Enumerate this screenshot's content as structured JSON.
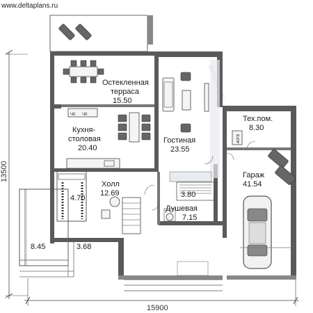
{
  "site": "www.deltaplans.ru",
  "watermark": "deltaplans.ru",
  "dimensions": {
    "width": "15900",
    "depth": "13500"
  },
  "rooms": {
    "terrace": {
      "line1": "Остекленная",
      "line2": "терраса",
      "area": "15.50"
    },
    "kitchen": {
      "line1": "Кухня-",
      "line2": "столовая",
      "area": "20.40"
    },
    "living": {
      "name": "Гостиная",
      "area": "23.55"
    },
    "tech": {
      "name": "Тех.пом.",
      "area": "8.30"
    },
    "garage": {
      "name": "Гараж",
      "area": "41.54"
    },
    "hall": {
      "name": "Холл",
      "area": "12.69"
    },
    "shower": {
      "name": "Душевая",
      "area": "7.15"
    },
    "sauna": {
      "area": "3.80"
    },
    "storage": {
      "area": "4.70"
    },
    "porch": {
      "area": "8.45"
    },
    "vestibule": {
      "area": "3.68"
    }
  },
  "equipment": {
    "boiler_label": "АОГВ"
  }
}
